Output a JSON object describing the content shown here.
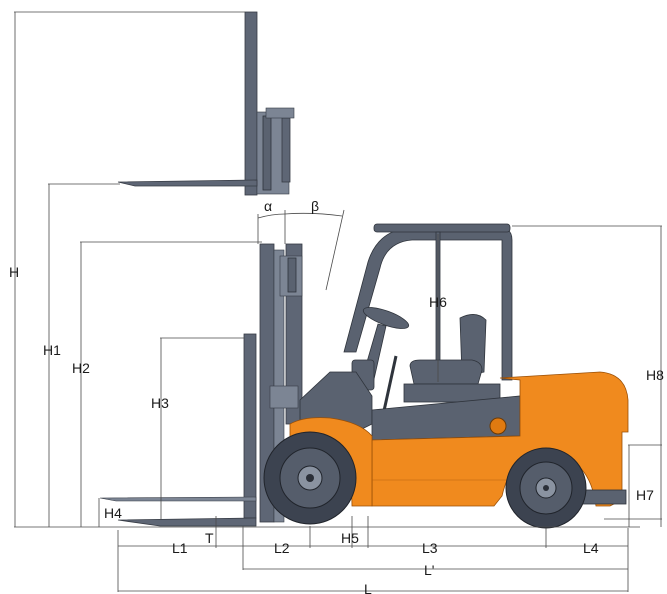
{
  "labels": {
    "H": "H",
    "H1": "H1",
    "H2": "H2",
    "H3": "H3",
    "H4": "H4",
    "H5": "H5",
    "H6": "H6",
    "H7": "H7",
    "H8": "H8",
    "L": "L",
    "L_prime": "L'",
    "L1": "L1",
    "L2": "L2",
    "L3": "L3",
    "L4": "L4",
    "T": "T",
    "alpha": "α",
    "beta": "β"
  },
  "colors": {
    "body": "#f08a1e",
    "frame": "#5a6270",
    "dimension": "#4a4a4a"
  }
}
